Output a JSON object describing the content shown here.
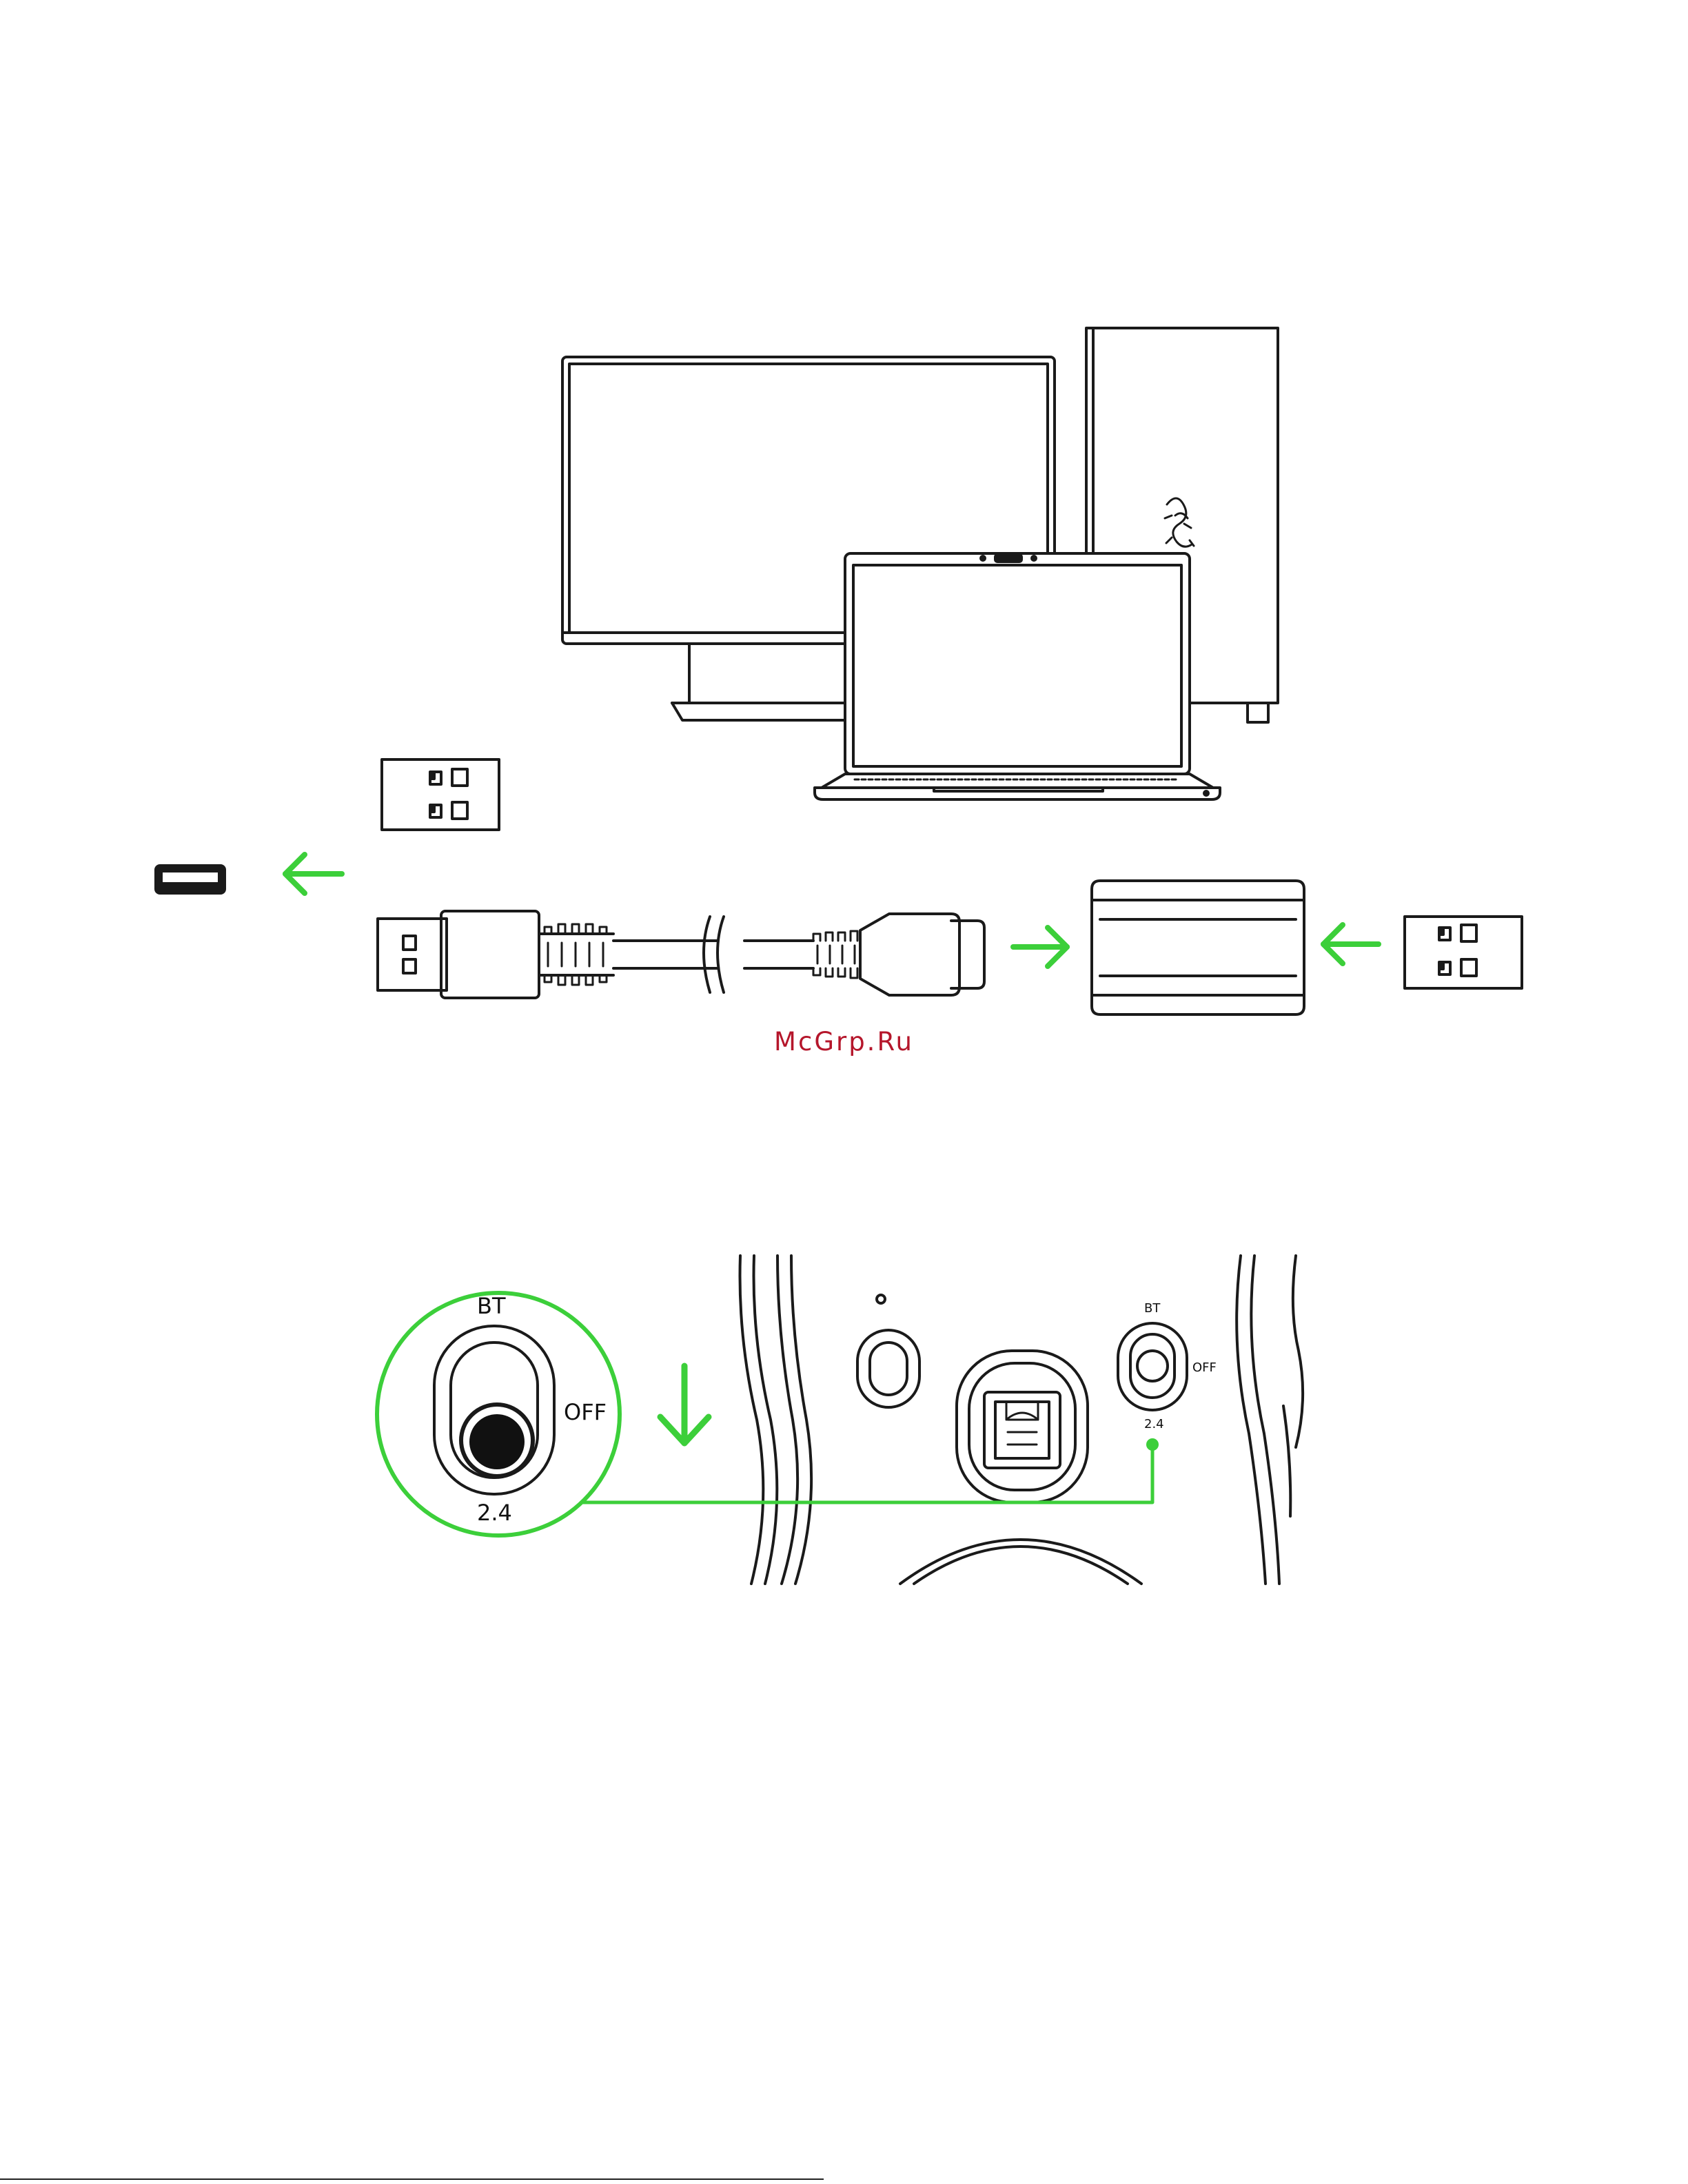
{
  "colors": {
    "line": "#1a1a1a",
    "accent": "#3ccf3a",
    "watermark": "#b5162b"
  },
  "watermark": {
    "text": "McGrp.Ru"
  },
  "figure_top": {
    "icons": [
      "monitor-icon",
      "desktop-tower-icon",
      "laptop-icon",
      "usb-port-icon",
      "wireless-dongle-icon",
      "usb-cable-icon",
      "dongle-adapter-icon"
    ]
  },
  "figure_bottom": {
    "zoom_callout": {
      "top_label": "BT",
      "side_label": "OFF",
      "bottom_label": "2.4"
    },
    "mouse_switch": {
      "top_label": "BT",
      "side_label": "OFF",
      "bottom_label": "2.4"
    }
  }
}
